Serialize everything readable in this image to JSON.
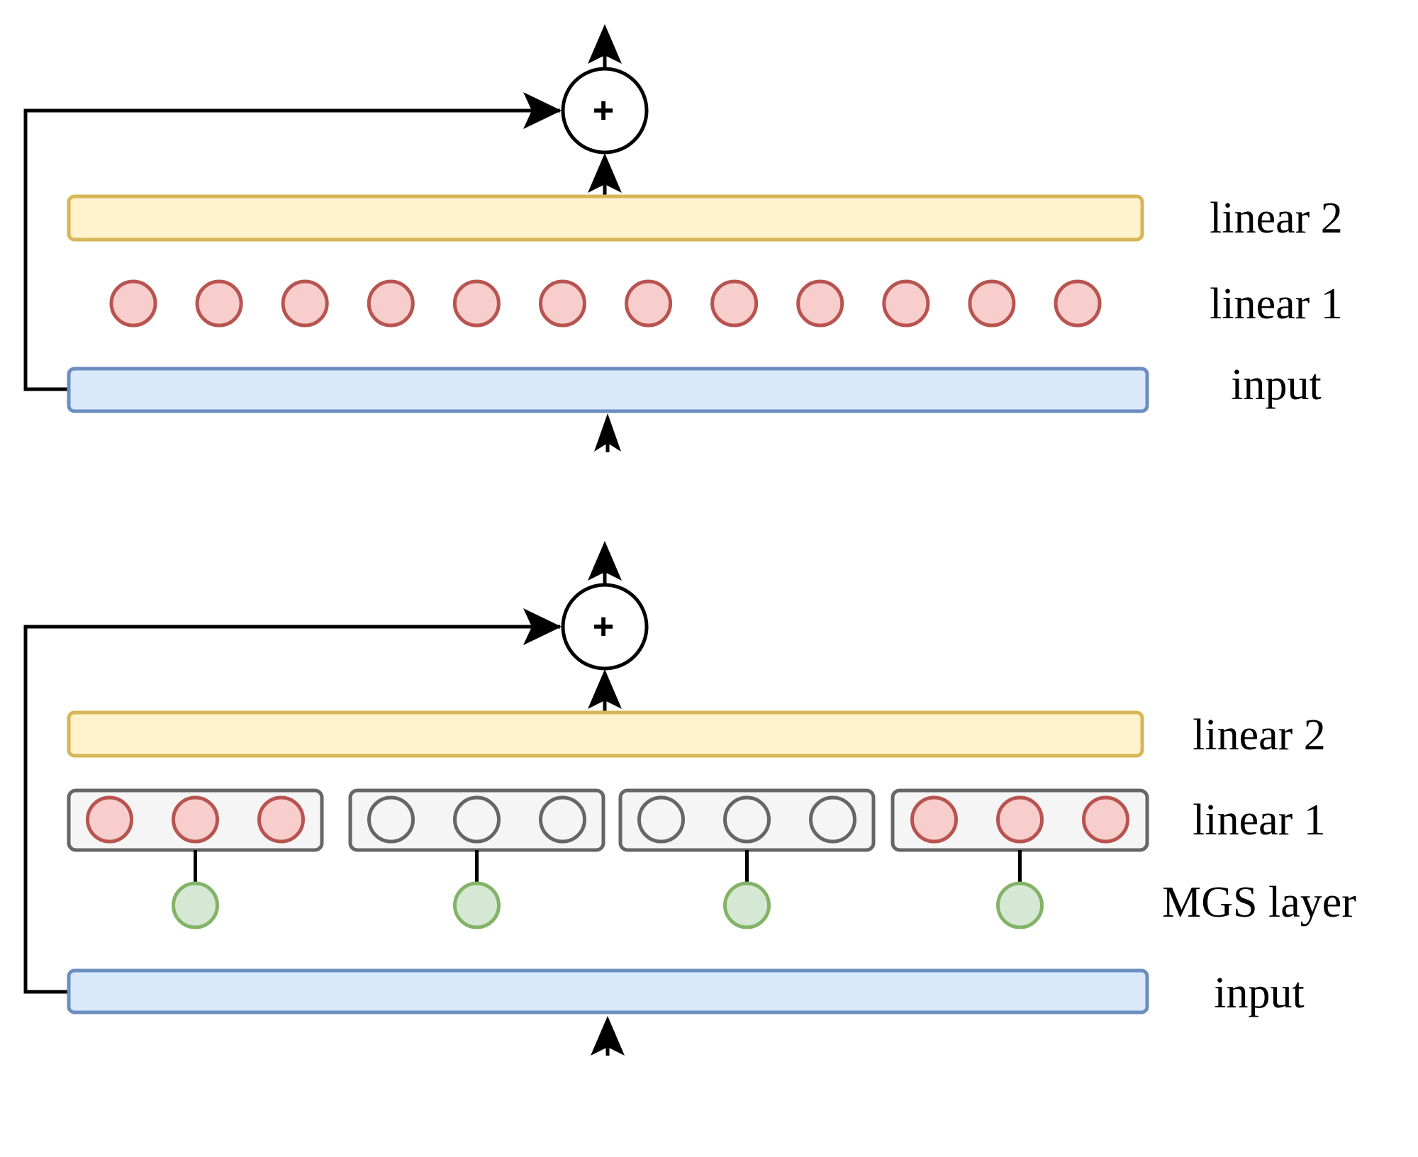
{
  "colors": {
    "linear2_fill": "#fff2cc",
    "linear2_stroke": "#d6b656",
    "input_fill": "#dae8fc",
    "input_stroke": "#6c8ebf",
    "neuron_active_fill": "#f8cecc",
    "neuron_active_stroke": "#b85450",
    "neuron_inactive_fill": "#f5f5f5",
    "neuron_inactive_stroke": "#666666",
    "group_fill": "#f5f5f5",
    "group_stroke": "#666666",
    "mgs_fill": "#d5e8d4",
    "mgs_stroke": "#82b366",
    "line": "#000000"
  },
  "top_diagram": {
    "sum_symbol": "+",
    "labels": {
      "linear2": "linear 2",
      "linear1": "linear 1",
      "input": "input"
    },
    "linear1_neurons": [
      "active",
      "active",
      "active",
      "active",
      "active",
      "active",
      "active",
      "active",
      "active",
      "active",
      "active",
      "active"
    ]
  },
  "bottom_diagram": {
    "sum_symbol": "+",
    "labels": {
      "linear2": "linear 2",
      "linear1": "linear 1",
      "mgs": "MGS layer",
      "input": "input"
    },
    "groups": [
      {
        "neurons": [
          "active",
          "active",
          "active"
        ]
      },
      {
        "neurons": [
          "inactive",
          "inactive",
          "inactive"
        ]
      },
      {
        "neurons": [
          "inactive",
          "inactive",
          "inactive"
        ]
      },
      {
        "neurons": [
          "active",
          "active",
          "active"
        ]
      }
    ]
  }
}
